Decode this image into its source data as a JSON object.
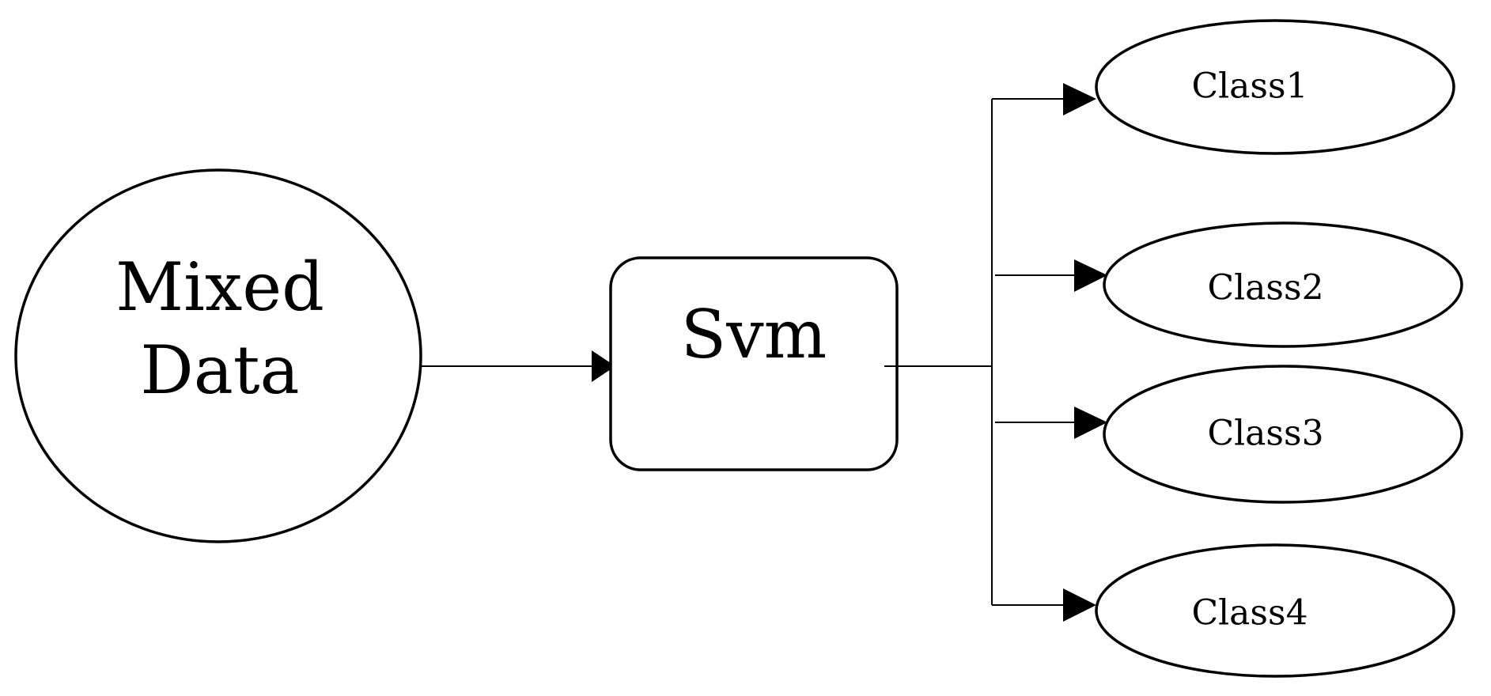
{
  "diagram": {
    "type": "flowchart",
    "colors": {
      "stroke": "#000000",
      "fill": "#ffffff",
      "text": "#000000"
    },
    "nodes": {
      "input": {
        "label_line1": "Mixed",
        "label_line2": "Data",
        "shape": "circle"
      },
      "classifier": {
        "label": "Svm",
        "shape": "rounded-rectangle"
      },
      "classes": [
        {
          "label": "Class1",
          "shape": "ellipse"
        },
        {
          "label": "Class2",
          "shape": "ellipse"
        },
        {
          "label": "Class3",
          "shape": "ellipse"
        },
        {
          "label": "Class4",
          "shape": "ellipse"
        }
      ]
    },
    "edges": [
      {
        "from": "Mixed Data",
        "to": "Svm"
      },
      {
        "from": "Svm",
        "to": "Class1"
      },
      {
        "from": "Svm",
        "to": "Class2"
      },
      {
        "from": "Svm",
        "to": "Class3"
      },
      {
        "from": "Svm",
        "to": "Class4"
      }
    ]
  }
}
